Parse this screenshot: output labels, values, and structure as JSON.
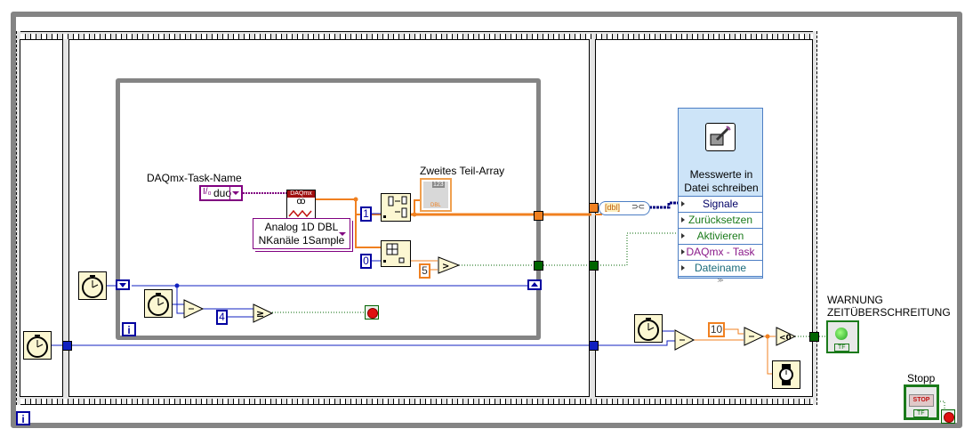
{
  "labels": {
    "task_name": "DAQmx-Task-Name",
    "task_value": "duo",
    "io_prefix": "I/O",
    "polymorphic_selector_line1": "Analog 1D DBL",
    "polymorphic_selector_line2": "NKanäle 1Sample",
    "daqmx_tag": "DAQmx",
    "indicator_array": "Zweites Teil-Array",
    "indicator_array_value": "123",
    "indicator_array_type": "DBL",
    "warning": "WARNUNG",
    "warning_line2": "ZEITÜBERSCHREITUNG",
    "stop_label": "Stopp",
    "stop_button_text": "STOP",
    "tf": "TF",
    "dbl_tag": "[dbl]"
  },
  "constants": {
    "index_1": "1",
    "index_0": "0",
    "threshold_5": "5",
    "threshold_4": "4",
    "timeout_10": "10"
  },
  "comparators": {
    "gt": ">",
    "ge": "≥",
    "lt0": "<0",
    "minus": "−"
  },
  "iteration": "i",
  "express_vi": {
    "title_line1": "Messwerte in",
    "title_line2": "Datei schreiben",
    "terminals": [
      {
        "label": "Signale",
        "color": "#000066"
      },
      {
        "label": "Zurücksetzen",
        "color": "#1a7a1a"
      },
      {
        "label": "Aktivieren",
        "color": "#1a7a1a"
      },
      {
        "label": "DAQmx - Task",
        "color": "#8a1a8a"
      },
      {
        "label": "Dateiname",
        "color": "#1a6a7a"
      }
    ],
    "expand": "≫"
  },
  "colors": {
    "wire_orange": "#f08020",
    "wire_blue": "#1020c0",
    "wire_green": "#006400",
    "wire_purple": "#800080",
    "frame_gray": "#808080",
    "node_bg": "#fcf7d2"
  }
}
